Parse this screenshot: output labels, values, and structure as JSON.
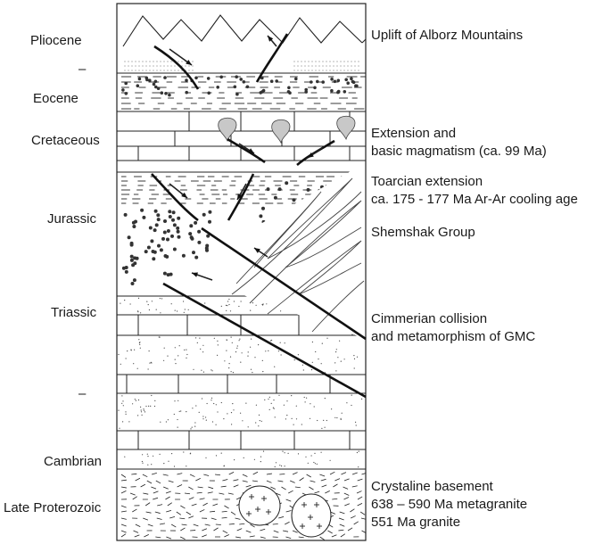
{
  "figure": {
    "age_labels": [
      {
        "id": "pliocene",
        "text": "Pliocene"
      },
      {
        "id": "gap1",
        "text": "–"
      },
      {
        "id": "eocene",
        "text": "Eocene"
      },
      {
        "id": "cretaceous",
        "text": "Cretaceous"
      },
      {
        "id": "jurassic",
        "text": "Jurassic"
      },
      {
        "id": "triassic",
        "text": "Triassic"
      },
      {
        "id": "gap2",
        "text": "–"
      },
      {
        "id": "cambrian",
        "text": "Cambrian"
      },
      {
        "id": "late-proterozoic",
        "text": "Late Proterozoic"
      }
    ],
    "event_labels": {
      "uplift": "Uplift of Alborz Mountains",
      "extension_basic_1": "Extension and",
      "extension_basic_2": "basic magmatism (ca. 99 Ma)",
      "toarcian_1": "Toarcian extension",
      "toarcian_2": "ca. 175 - 177 Ma Ar-Ar cooling age",
      "shemshak": "Shemshak Group",
      "cimmerian_1": "Cimmerian collision",
      "cimmerian_2": "and metamorphism of GMC",
      "basement_1": "Crystaline basement",
      "basement_2": "638 – 590 Ma metagranite",
      "basement_3": "551 Ma granite"
    }
  }
}
